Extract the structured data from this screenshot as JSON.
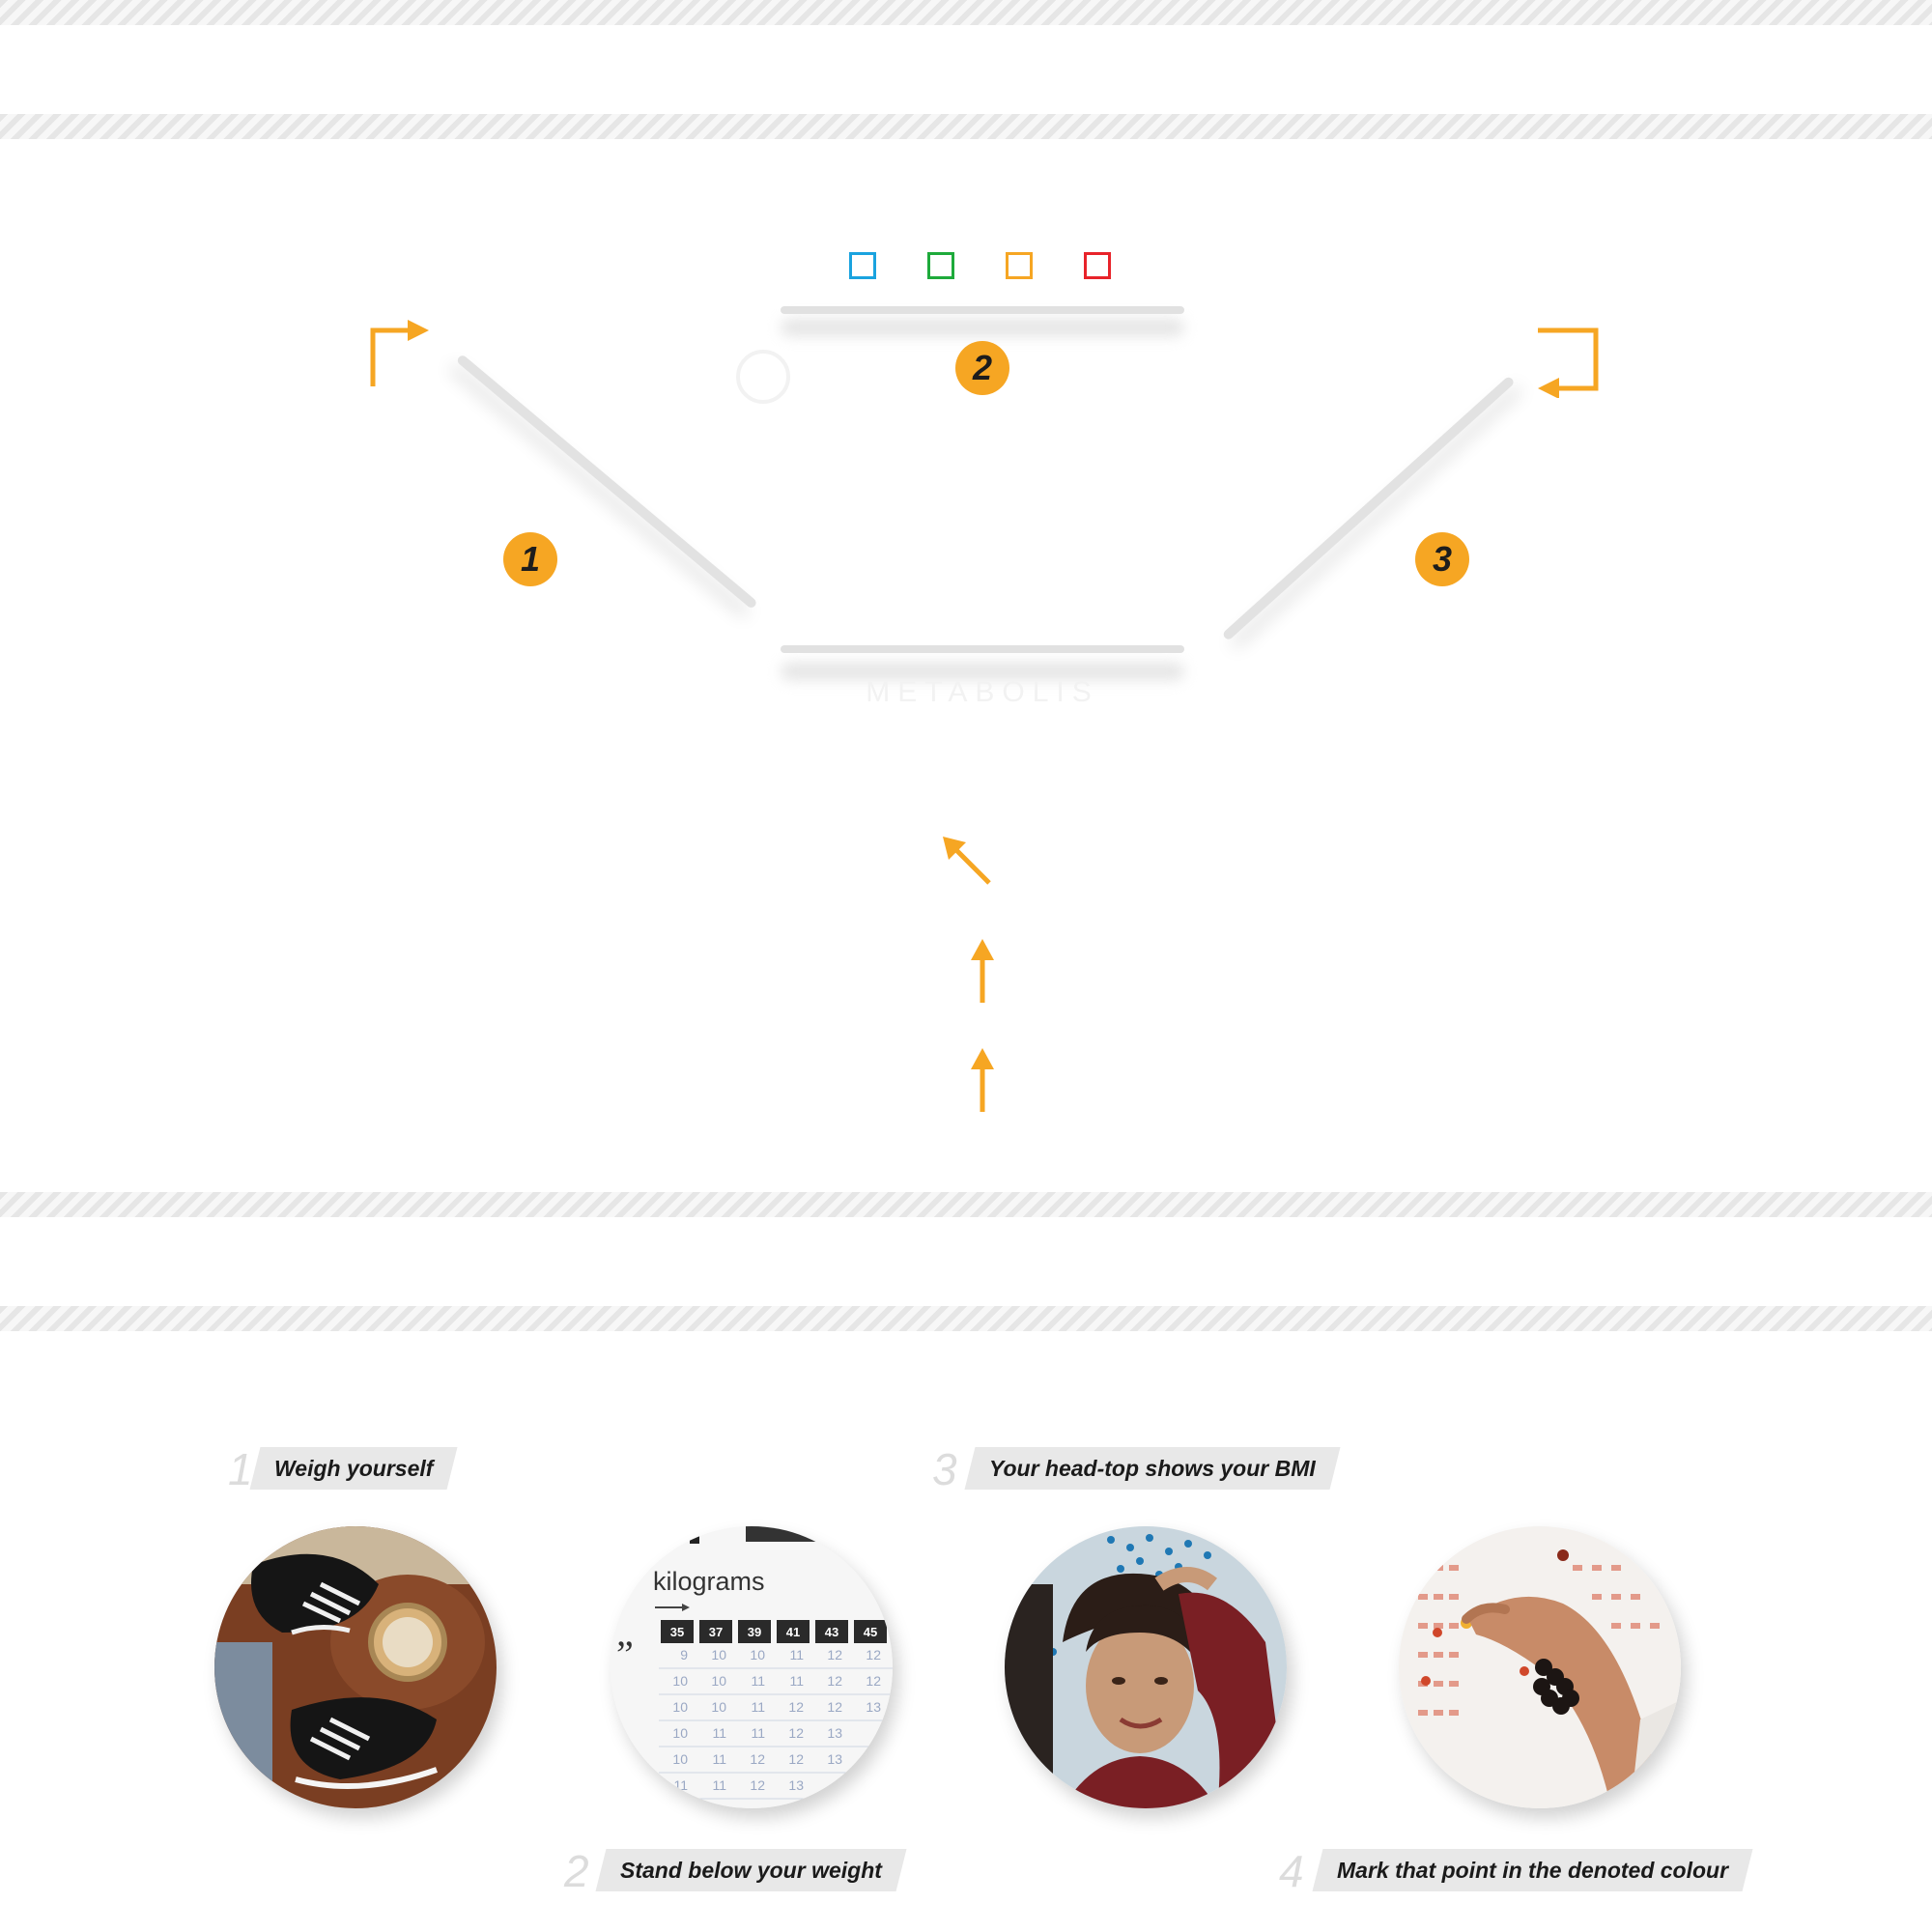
{
  "colors": {
    "accent": "#f6a623",
    "blue": "#1aa3df",
    "green": "#1eaa3b",
    "orange": "#f6a623",
    "red": "#e8232a"
  },
  "diagram": {
    "badges": [
      "1",
      "2",
      "3"
    ],
    "legend_squares": [
      "blue",
      "green",
      "orange",
      "red"
    ],
    "bottom_shelf_label": "METABOLIS"
  },
  "steps": [
    {
      "number": "1",
      "label": "Weigh yourself"
    },
    {
      "number": "2",
      "label": "Stand below your weight"
    },
    {
      "number": "3",
      "label": "Your head-top shows your BMI"
    },
    {
      "number": "4",
      "label": "Mark that point in the denoted colour"
    }
  ],
  "chart_photo": {
    "heading": "kilograms",
    "quote": "”",
    "columns": [
      "35",
      "37",
      "39",
      "41",
      "43",
      "45"
    ],
    "rows": [
      [
        "9",
        "10",
        "10",
        "11",
        "12",
        "12"
      ],
      [
        "10",
        "10",
        "11",
        "11",
        "12",
        "12"
      ],
      [
        "10",
        "10",
        "11",
        "12",
        "12",
        "13"
      ],
      [
        "10",
        "11",
        "11",
        "12",
        "13",
        ""
      ],
      [
        "10",
        "11",
        "12",
        "12",
        "13",
        ""
      ],
      [
        "11",
        "11",
        "12",
        "13",
        "",
        ""
      ]
    ]
  }
}
